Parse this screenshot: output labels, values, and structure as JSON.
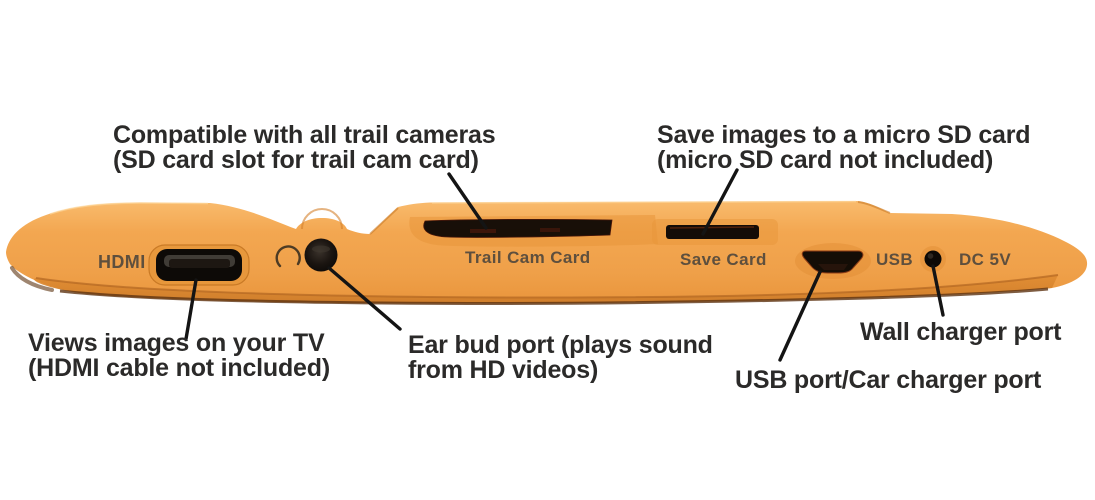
{
  "figure": {
    "description_colors": {
      "body_orange": "#f1a24a",
      "body_shadow_orange": "#dc8a31",
      "callout_text": "#2b2a29",
      "device_print_text": "#4a443c",
      "leader_line": "#141414",
      "port_black": "#0e0a06",
      "background": "#ffffff"
    }
  },
  "annotations": {
    "trail_card": {
      "line1": "Compatible with all trail cameras",
      "line2": "(SD card slot for trail cam card)"
    },
    "save_card": {
      "line1": "Save images to a micro SD card",
      "line2": "(micro SD card not included)"
    },
    "tv_out": {
      "line1": "Views images on your TV",
      "line2": "(HDMI cable not included)"
    },
    "ear_bud": {
      "line1": "Ear bud port (plays sound",
      "line2": "from HD videos)"
    },
    "wall_charger": {
      "line1": "Wall charger port"
    },
    "usb_port": {
      "line1": "USB port/Car charger port"
    }
  },
  "device_labels": {
    "hdmi": "HDMI",
    "trail_cam_card": "Trail Cam Card",
    "save_card": "Save Card",
    "usb": "USB",
    "dc": "DC 5V"
  }
}
